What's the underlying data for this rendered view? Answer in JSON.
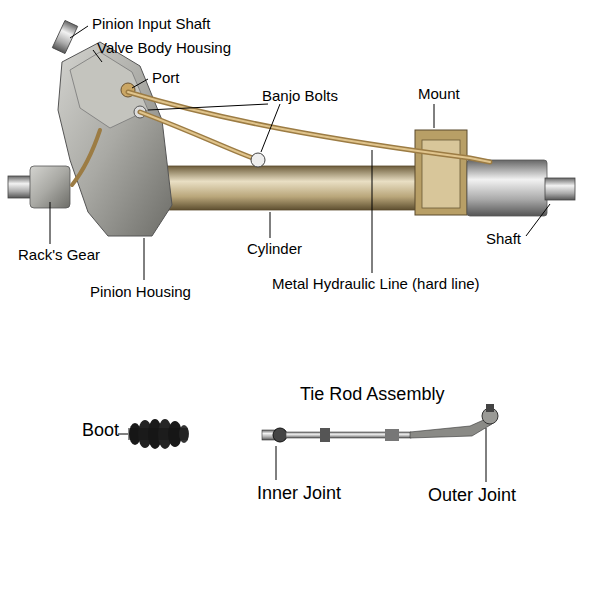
{
  "diagram": {
    "labels": [
      "Pinion Input Shaft",
      "Valve Body Housing",
      "Port",
      "Banjo Bolts",
      "Mount",
      "Rack's Gear",
      "Cylinder",
      "Shaft",
      "Pinion Housing",
      "Metal Hydraulic Line (hard line)",
      "Tie Rod Assembly",
      "Boot",
      "Inner Joint",
      "Outer Joint"
    ]
  }
}
